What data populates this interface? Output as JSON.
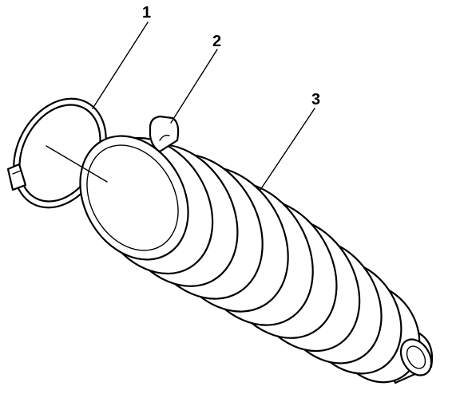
{
  "callouts": {
    "clamp": "1",
    "vent_tab": "2",
    "boot": "3"
  }
}
